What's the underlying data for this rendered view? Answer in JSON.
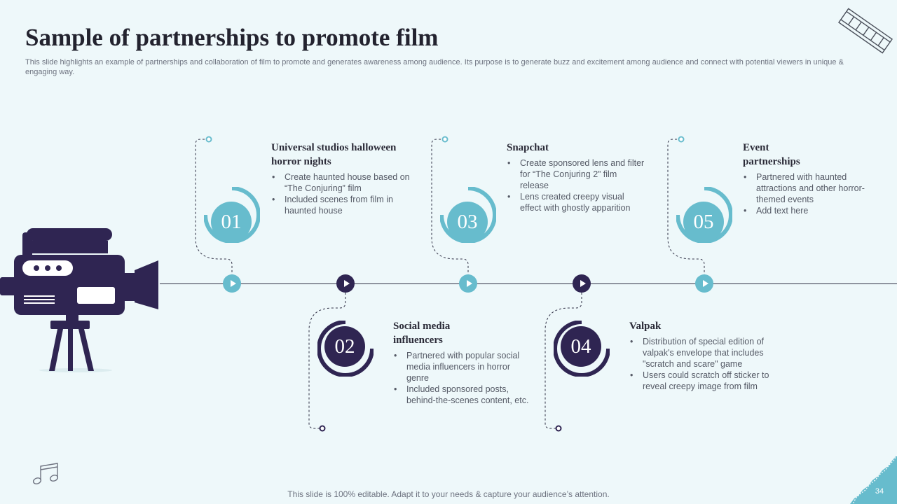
{
  "title": "Sample of partnerships to promote film",
  "subtitle": "This slide highlights an example of partnerships and collaboration of film to promote and generates awareness among audience. Its purpose is to generate buzz and excitement among audience and connect with potential viewers in unique & engaging way.",
  "colors": {
    "teal": "#67bccd",
    "navy": "#2f2552",
    "background": "#eef8fa"
  },
  "icons": {
    "camera": "video-camera-icon",
    "film": "film-strip-icon",
    "music": "music-note-icon"
  },
  "items": [
    {
      "number": "01",
      "title": "Universal studios halloween horror nights",
      "bullets": [
        "Create haunted house based on “The Conjuring” film",
        "Included scenes from film in haunted house"
      ]
    },
    {
      "number": "02",
      "title": "Social media influencers",
      "bullets": [
        "Partnered with popular social media influencers in horror genre",
        "Included sponsored posts, behind-the-scenes content, etc."
      ]
    },
    {
      "number": "03",
      "title": "Snapchat",
      "bullets": [
        "Create sponsored lens and filter for “The Conjuring 2” film release",
        "Lens created creepy visual effect with ghostly apparition"
      ]
    },
    {
      "number": "04",
      "title": "Valpak",
      "bullets": [
        "Distribution of special edition of valpak's envelope that includes \"scratch and scare\" game",
        "Users could scratch off sticker to reveal creepy image from film"
      ]
    },
    {
      "number": "05",
      "title": "Event partnerships",
      "bullets": [
        "Partnered with haunted attractions and other horror-themed events",
        "Add text here"
      ]
    }
  ],
  "footer": "This slide is 100% editable. Adapt it to your needs & capture your audience’s attention.",
  "page_number": "34"
}
